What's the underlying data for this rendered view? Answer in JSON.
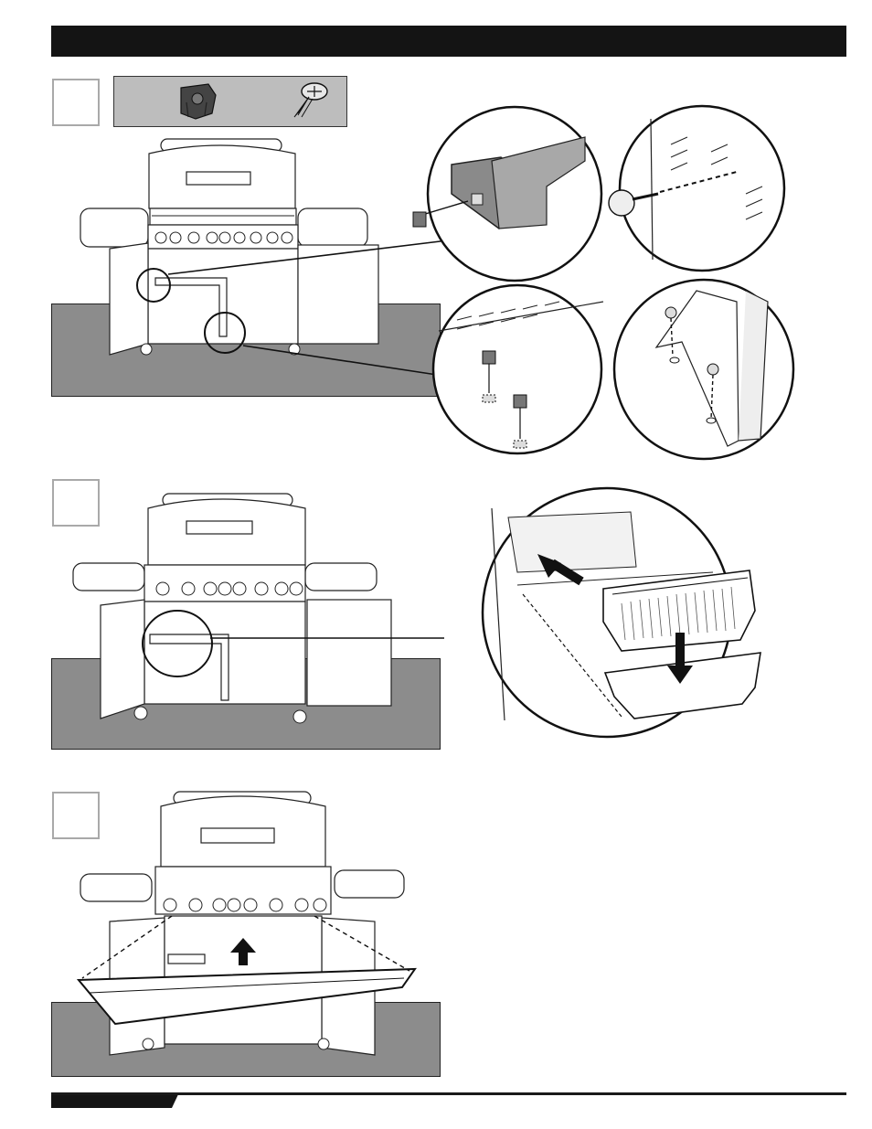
{
  "page": {
    "header": {
      "title": ""
    },
    "steps": [
      {
        "number": "",
        "label": "step-1"
      },
      {
        "number": "",
        "label": "step-2"
      },
      {
        "number": "",
        "label": "step-3"
      }
    ],
    "parts": [
      {
        "name": "clip-nut-icon"
      },
      {
        "name": "screw-icon"
      }
    ],
    "footer": {
      "page_number": ""
    },
    "colors": {
      "bar": "#141414",
      "floor": "#8c8c8c",
      "panel": "#bdbdbd",
      "line": "#222222"
    }
  }
}
